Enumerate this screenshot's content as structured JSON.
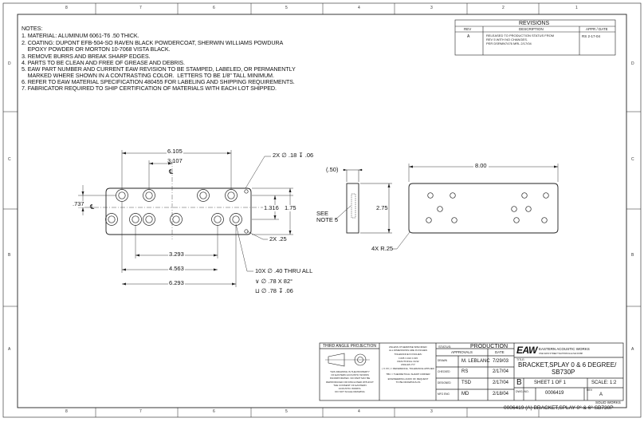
{
  "zones": {
    "columns": [
      "8",
      "7",
      "6",
      "5",
      "4",
      "3",
      "2",
      "1"
    ],
    "rows": [
      "D",
      "C",
      "B",
      "A"
    ]
  },
  "notes": {
    "heading": "NOTES:",
    "lines": [
      "1. MATERIAL:  ALUMINUM 6061-T6 .50 THICK.",
      "2. COATING: DUPONT EFB-504-SO RAVEN BLACK POWDERCOAT, SHERWIN WILLIAMS POWDURA",
      "    EPOXY POWDER OR MORTON 10-7068 VISTA BLACK.",
      "3. REMOVE BURRS AND BREAK SHARP EDGES.",
      "4. PARTS TO BE CLEAN AND FREE OF GREASE AND DEBRIS.",
      "5. EAW PART NUMBER AND CURRENT EAW REVISION TO BE STAMPED, LABELED, OR PERMANENTLY",
      "    MARKED WHERE SHOWN IN A CONTRASTING COLOR.  LETTERS TO BE 1/8\" TALL MINIMUM.",
      "6. REFER TO EAW MATERIAL SPECIFICATION 480455 FOR LABELING AND SHIPPING REQUIREMENTS.",
      "7. FABRICATOR REQUIRED TO SHIP CERTIFICATION OF MATERIALS WITH EACH LOT SHIPPED."
    ]
  },
  "revisions": {
    "title": "REVISIONS",
    "headers": [
      "REV",
      "DESCRIPTION",
      "APPR / DATE"
    ],
    "rows": [
      {
        "rev": "A",
        "description": [
          "RELEASED TO PRODUCTION STATUS FROM",
          "REV 5 WITH NO CHANGES.",
          "PER DSRMN7476 MRL 2/17/04"
        ],
        "appr": "RS 2-17-04"
      }
    ]
  },
  "dimensions": {
    "d6105": "6.105",
    "d3107": "3.107",
    "cl_top": "℄",
    "hole2x": "2X ∅ .18 ↧ .06",
    "d737": ".737",
    "cl_left": "℄",
    "d1316": "1.316",
    "d175": "1.75",
    "r2x25": "2X .25",
    "d3293": "3.293",
    "d4563": "4.563",
    "d6293": "6.293",
    "hole10x_1": "10X ∅ .40 THRU ALL",
    "hole10x_2": "∨ ∅ .78 X 82°",
    "hole10x_3": "⊔ ∅ .78 ↧ .06",
    "d50": ".50",
    "see_note_1": "SEE",
    "see_note_2": "NOTE 5",
    "d275": "2.75",
    "d800": "8.00",
    "r4x25": "4X R.25"
  },
  "title_block": {
    "projection": "THIRD ANGLE PROJECTION",
    "proprietary": [
      "THIS DRAWING IS THE PROPERTY",
      "OF EASTERN ACOUSTIC WORKS",
      "INCORPORATED. NO PART MAY BE",
      "REPRODUCED OR DISCLOSED WITHOUT",
      "THE CONSENT OF EASTERN",
      "ACOUSTIC WORKS.",
      "DO NOT SCALE DRAWING"
    ],
    "tolerance": [
      "UNLESS OTHERWISE SPECIFIED:",
      "ALL DIMENSIONS ARE IN INCHES",
      "TOLERANCE IN INCHES:",
      "±.005  ±.010  ±.015",
      "FRACTIONAL ±1/32",
      "ANGLES ±½°",
      "( X.XX ) = REFERENCE, TOLERANCE APPLIED",
      "TBC = THEORETICAL SHARP CORNER",
      "ENGINEERING ACRO OF REQUEST",
      "TO BE DRAWINGS AS"
    ],
    "status_label": "STATUS:",
    "status_value": "PRODUCTION",
    "approvals_label": "APPROVALS",
    "date_label": "DATE",
    "approvals": [
      {
        "role": "DRAWN",
        "name": "M. LEBLANC",
        "date": "7/29/03"
      },
      {
        "role": "CHECKED",
        "name": "RS",
        "date": "2/17/04"
      },
      {
        "role": "DESIGNED",
        "name": "TSD",
        "date": "2/17/04"
      },
      {
        "role": "MFG ENG",
        "name": "MD",
        "date": "2/18/04"
      }
    ],
    "logo": "EAW",
    "company": "EASTERN ACOUSTIC WORKS",
    "company_sub": "ONE MAIN STREET  WHITINSVILLE  MA 01588",
    "title_label": "TITLE:",
    "title_line1": "BRACKET,SPLAY 0 & 6 DEGREE/",
    "title_line2": "SB730P",
    "size": "B",
    "sheet": "SHEET  1 OF 1",
    "scale": "SCALE: 1:2",
    "dwg_label": "DWG. NO.",
    "dwg_no": "0006419",
    "rev_label": "REV",
    "rev": "A",
    "software": "SOLID WORKS",
    "footer": "0006419 (A) BRACKET,SPLAY 0° & 6° SB730P"
  }
}
